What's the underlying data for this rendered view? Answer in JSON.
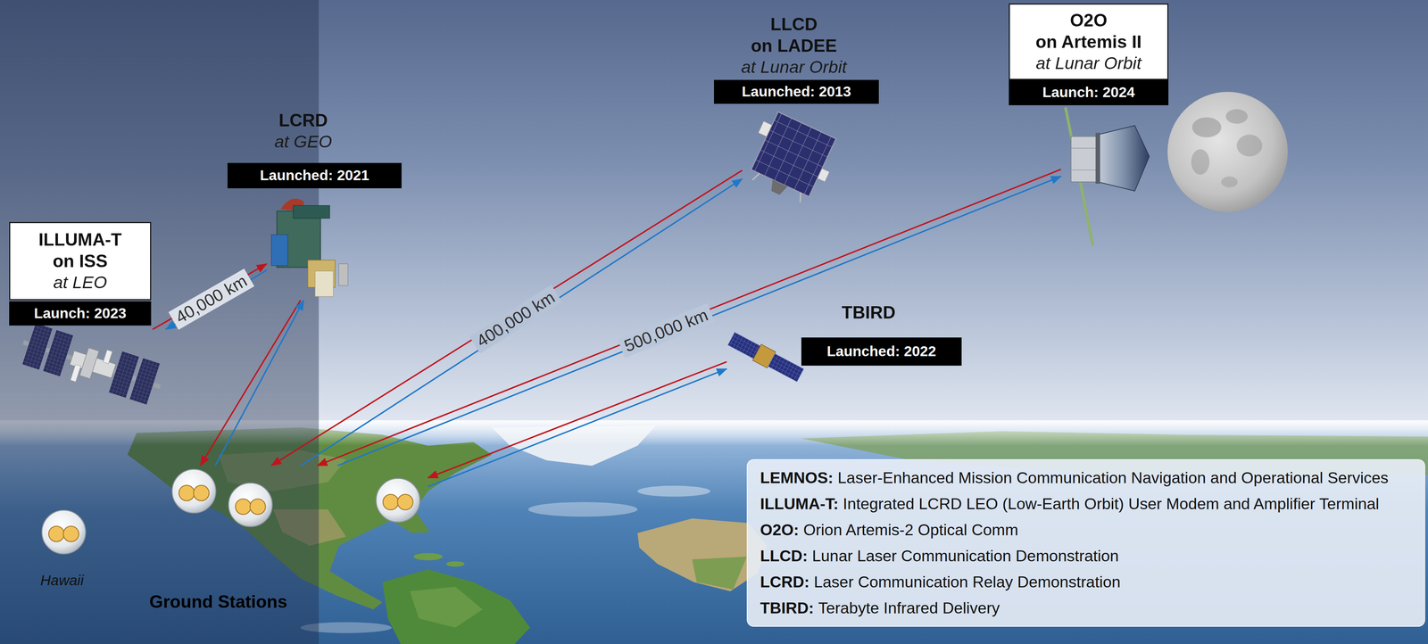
{
  "diagram": {
    "nodes": [
      {
        "text": [
          "ILLUMA-T",
          "on ISS",
          "at LEO",
          "Launch: 2023"
        ]
      },
      {
        "text": [
          "LCRD",
          "at GEO",
          "Launched: 2021"
        ]
      },
      {
        "text": [
          "LLCD",
          "on LADEE",
          "at Lunar Orbit",
          "Launched: 2013"
        ]
      },
      {
        "text": [
          "O2O",
          "on Artemis II",
          "at Lunar Orbit",
          "Launch: 2024"
        ]
      },
      {
        "text": [
          "TBIRD",
          "Launched: 2022"
        ]
      },
      {
        "text": [
          "Ground Stations"
        ]
      },
      {
        "text": [
          "LEMNOS:",
          "Laser-Enhanced Mission Communication Navigation and Operational Services",
          "ILLUMA-T:",
          "Integrated LCRD LEO (Low-Earth Orbit) User Modem and Amplifier Terminal",
          "O2O:",
          "Orion Artemis-2 Optical Comm",
          "LLCD:",
          "Lunar Laser Communication Demonstration",
          "LCRD:",
          "Laser Communication Relay Demonstration",
          "TBIRD:",
          "Terabyte Infrared Delivery"
        ]
      }
    ],
    "edges": [
      {
        "from": 0,
        "to": 1,
        "arrow": "to",
        "label": "40,000 km"
      },
      {
        "from": 1,
        "to": 0,
        "arrow": "to"
      },
      {
        "from": 1,
        "to": 5,
        "arrow": "to"
      },
      {
        "from": 5,
        "to": 1,
        "arrow": "to"
      },
      {
        "from": 2,
        "to": 5,
        "arrow": "to",
        "label": "400,000 km"
      },
      {
        "from": 5,
        "to": 2,
        "arrow": "to"
      },
      {
        "from": 3,
        "to": 5,
        "arrow": "to",
        "label": "500,000 km"
      },
      {
        "from": 5,
        "to": 3,
        "arrow": "to"
      },
      {
        "from": 4,
        "to": 5,
        "arrow": "to"
      },
      {
        "from": 5,
        "to": 4,
        "arrow": "to"
      }
    ],
    "labels": [
      "Hawaii"
    ]
  }
}
